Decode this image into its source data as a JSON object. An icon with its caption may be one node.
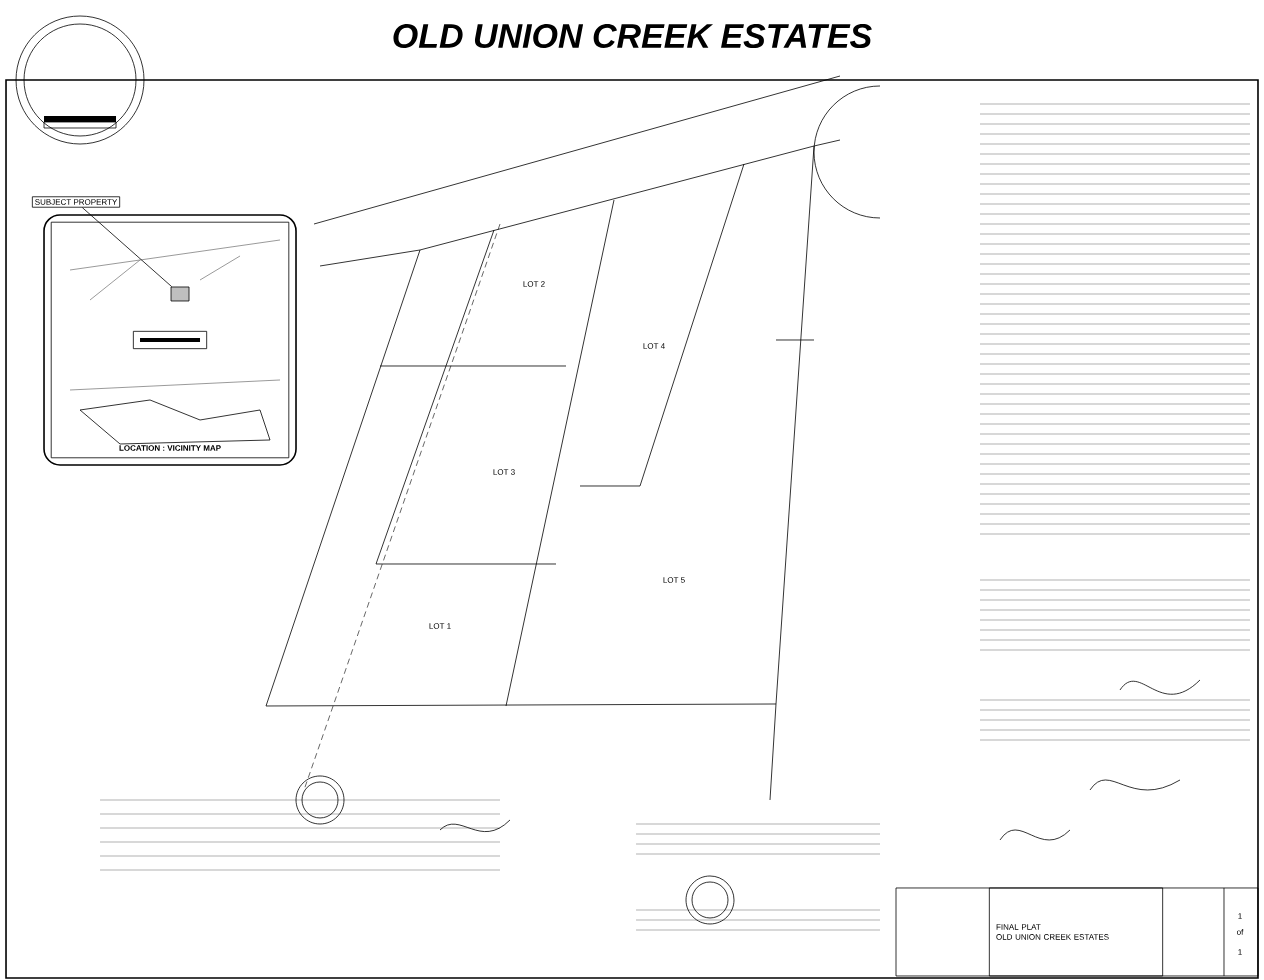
{
  "diagram": {
    "title": "OLD UNION CREEK ESTATES",
    "nodes": [
      {
        "text": [
          "LOT 2"
        ]
      },
      {
        "text": [
          "LOT 4"
        ]
      },
      {
        "text": [
          "LOT 3"
        ]
      },
      {
        "text": [
          "LOT 5"
        ]
      },
      {
        "text": [
          "LOT 1"
        ]
      },
      {
        "text": [
          "SUBJECT PROPERTY"
        ]
      },
      {
        "text": [
          "LOCATION : VICINITY MAP"
        ]
      },
      {
        "text": [],
        "shape": "box",
        "in": 6
      },
      {
        "text": [
          "FINAL PLAT",
          "OLD UNION CREEK ESTATES"
        ]
      }
    ],
    "edges": [
      {
        "from": 5,
        "to": 7,
        "arrow": "none"
      }
    ],
    "labels": [
      "1",
      "of",
      "1"
    ]
  }
}
